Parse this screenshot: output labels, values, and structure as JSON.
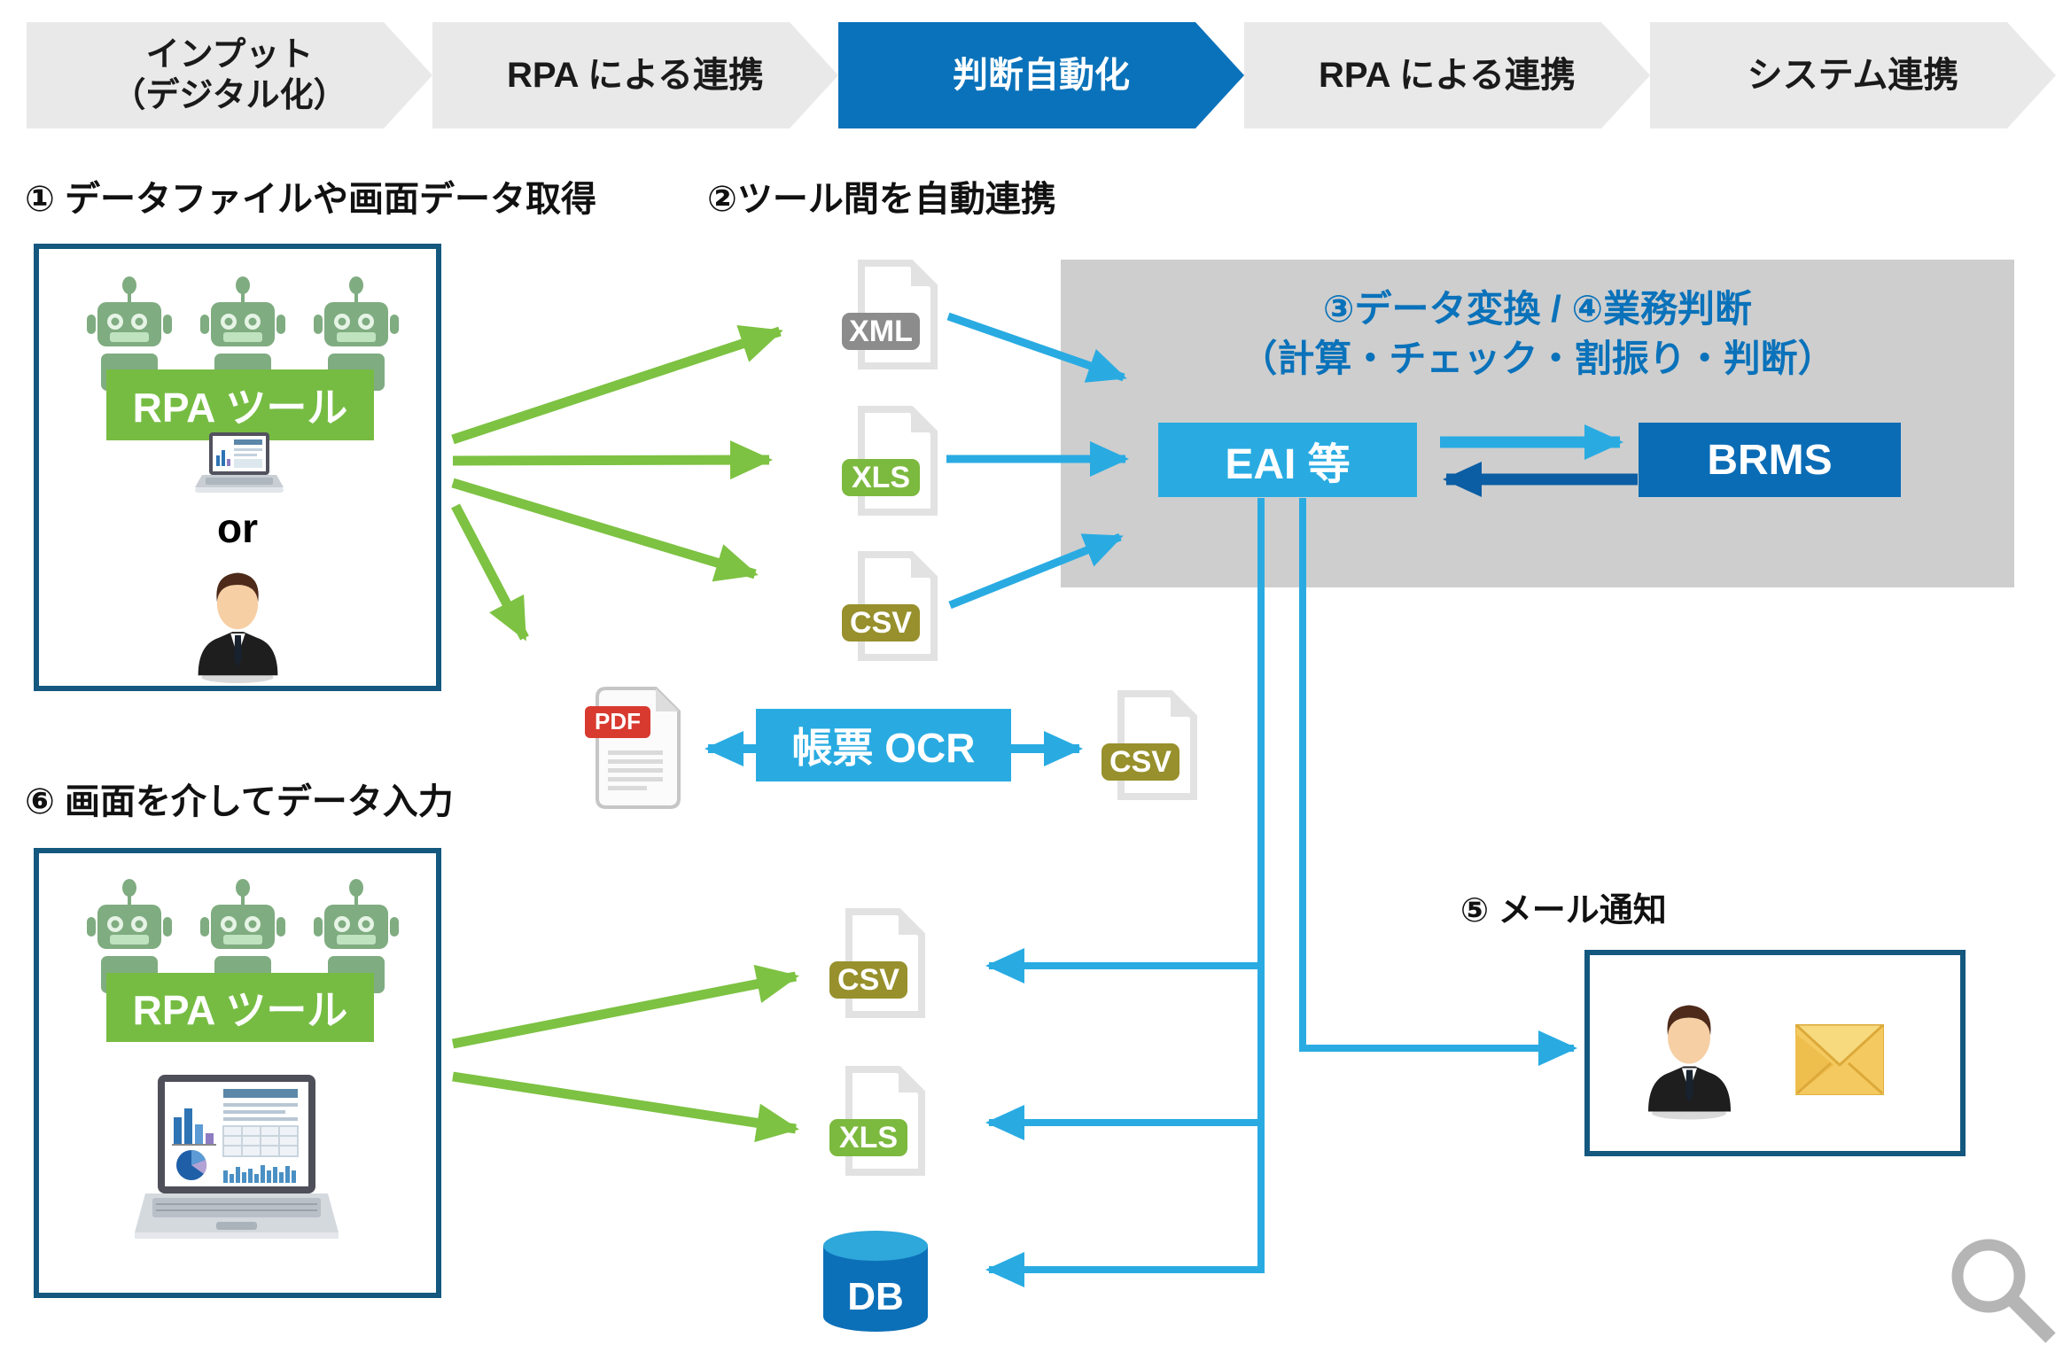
{
  "steps": [
    {
      "line1": "インプット",
      "line2": "（デジタル化）",
      "active": false
    },
    {
      "label": "RPA による連携",
      "active": false
    },
    {
      "label": "判断自動化",
      "active": true
    },
    {
      "label": "RPA による連携",
      "active": false
    },
    {
      "label": "システム連携",
      "active": false
    }
  ],
  "sections": {
    "input_capture": {
      "heading": "① データファイルや画面データ取得",
      "rpa_tool_label": "RPA ツール",
      "or_label": "or"
    },
    "tool_link": {
      "heading": "②ツール間を自動連携",
      "files": [
        {
          "badge": "XML"
        },
        {
          "badge": "XLS"
        },
        {
          "badge": "CSV"
        }
      ]
    },
    "processing": {
      "heading_line1": "③データ変換 / ④業務判断",
      "heading_line2": "（計算・チェック・割振り・判断）",
      "eai_label": "EAI 等",
      "brms_label": "BRMS"
    },
    "ocr_row": {
      "pdf_badge": "PDF",
      "ocr_label": "帳票 OCR",
      "csv_badge": "CSV"
    },
    "mail": {
      "heading": "⑤ メール通知"
    },
    "screen_input": {
      "heading": "⑥ 画面を介してデータ入力",
      "rpa_tool_label": "RPA ツール"
    },
    "outputs": {
      "csv_badge": "CSV",
      "xls_badge": "XLS",
      "db_label": "DB"
    }
  },
  "icons": {
    "robot": "robot-icon",
    "laptop": "laptop-icon",
    "businessman": "businessman-icon",
    "envelope": "mail-envelope-icon",
    "database": "database-cylinder-icon",
    "magnifier": "magnifier-icon",
    "file": "file-document-icon"
  },
  "colors": {
    "step_active": "#0a72ba",
    "step_inactive": "#e9e9e9",
    "green_accent": "#76bc43",
    "green_arrow": "#7dc242",
    "light_blue": "#29abe2",
    "dark_blue": "#0a6cb5",
    "dark_arrow": "#0b5ea4",
    "panel_gray": "#cecece",
    "box_border": "#14587f",
    "badge_xml": "#8c8c8c",
    "badge_xls": "#7cb93f",
    "badge_csv": "#97902c",
    "badge_pdf": "#d83a30",
    "robot_green": "#7fac80"
  }
}
